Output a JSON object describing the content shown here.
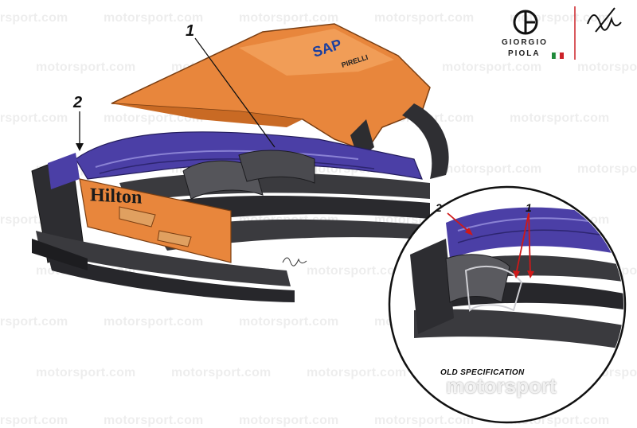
{
  "watermark_text": "motorsport.com",
  "callouts": {
    "main_1": "1",
    "main_2": "2",
    "inset_1": "1",
    "inset_2": "2"
  },
  "brand": {
    "line1": "GIORGIO",
    "line2": "PIOLA"
  },
  "sponsor_text": "Hilton",
  "inset_caption": "OLD SPECIFICATION",
  "overlay_watermark": "motorsport",
  "colors": {
    "papaya": "#E8863C",
    "wing_blue": "#4B3FA6",
    "carbon": "#3a3a3e",
    "arrow_red": "#d01818",
    "italy_green": "#1e8a3a",
    "italy_red": "#cc2229"
  }
}
